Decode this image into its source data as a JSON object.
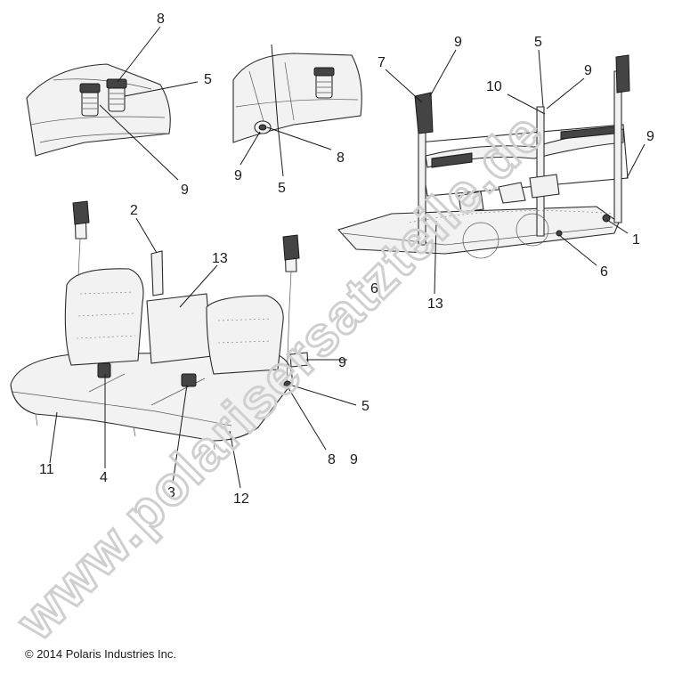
{
  "watermark": "www.polarisersatzteile.de",
  "copyright": "© 2014 Polaris Industries Inc.",
  "callouts": {
    "c1": "1",
    "c2": "2",
    "c3": "3",
    "c4": "4",
    "c5a": "5",
    "c5b": "5",
    "c5c": "5",
    "c5d": "5",
    "c6a": "6",
    "c6b": "6",
    "c7": "7",
    "c8a": "8",
    "c8b": "8",
    "c8c": "8",
    "c9a": "9",
    "c9b": "9",
    "c9c": "9",
    "c9d": "9",
    "c9e": "9",
    "c9f": "9",
    "c9g": "9",
    "c10": "10",
    "c11": "11",
    "c12": "12",
    "c13a": "13",
    "c13b": "13"
  }
}
